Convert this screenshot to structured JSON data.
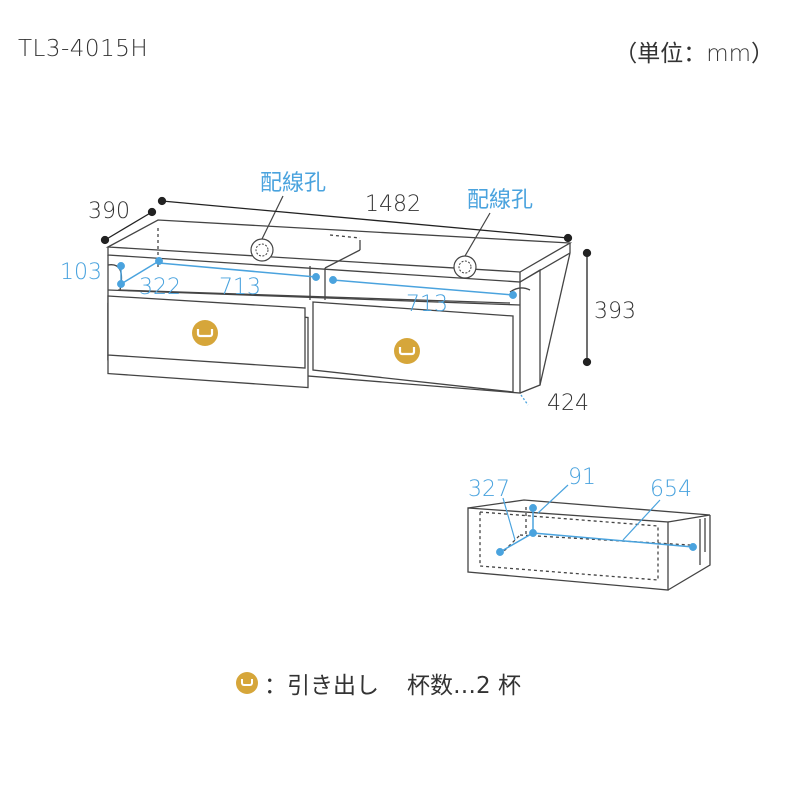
{
  "header": {
    "model": "TL3-4015H",
    "unit": "（単位：mm）"
  },
  "diagram": {
    "width": "1482",
    "depth": "390",
    "height": "393",
    "base_depth": "424",
    "cable_hole_label": "配線孔",
    "inner_height": "103",
    "inner_depth": "322",
    "inner_width_left": "713",
    "inner_width_right": "713"
  },
  "drawer": {
    "inner_depth": "327",
    "inner_height": "91",
    "inner_width": "654"
  },
  "legend": {
    "text": "：引き出し",
    "count": "杯数…2 杯"
  },
  "colors": {
    "accent": "#4aa3de",
    "handle": "#d6a63a",
    "line": "#333333"
  }
}
